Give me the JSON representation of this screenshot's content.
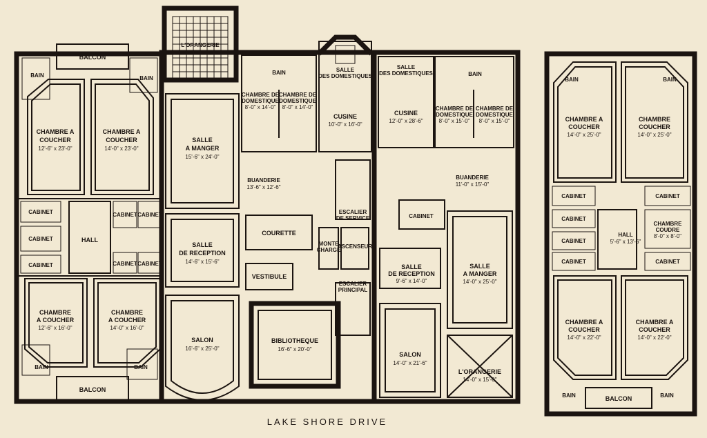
{
  "caption": "LAKE SHORE DRIVE",
  "left_plan": {
    "balcon_top": "BALCON",
    "bain_tl": "BAIN",
    "bain_tr": "BAIN",
    "chambre_1": {
      "name1": "CHAMBRE A",
      "name2": "COUCHER",
      "dim": "12'-6\" x 23'-0\""
    },
    "chambre_2": {
      "name1": "CHAMBRE A",
      "name2": "COUCHER",
      "dim": "14'-0\" x 23'-0\""
    },
    "cabinet_labels": [
      "CABINET",
      "CABINET",
      "CABINET",
      "CABINET",
      "CABINET",
      "CABINET",
      "CABINET"
    ],
    "hall": "HALL",
    "chambre_3": {
      "name1": "CHAMBRE",
      "name2": "A COUCHER",
      "dim": "12'-6\" x 16'-0\""
    },
    "chambre_4": {
      "name1": "CHAMBRE",
      "name2": "A COUCHER",
      "dim": "14'-0\" x 16'-0\""
    },
    "bain_bl": "BAIN",
    "bain_br": "BAIN",
    "balcon_bottom": "BALCON"
  },
  "center_plan": {
    "orangerie_top": "L'ORANGERIE",
    "salle_manger_1": {
      "name1": "SALLE",
      "name2": "A MANGER",
      "dim": "15'-6\" x 24'-0\""
    },
    "salle_reception_1": {
      "name1": "SALLE",
      "name2": "DE RECEPTION",
      "dim": "14'-6\" x 15'-6\""
    },
    "salon_1": {
      "name": "SALON",
      "dim": "16'-6\" x 25'-0\""
    },
    "bain_c": "BAIN",
    "chambre_dom_1": {
      "name1": "CHAMBRE DE",
      "name2": "DOMESTIQUE",
      "dim": "8'-0\" x 14'-0\""
    },
    "chambre_dom_2": {
      "name1": "CHAMBRE DE",
      "name2": "DOMESTIQUE",
      "dim": "8'-0\" x 14'-0\""
    },
    "salle_dom_1": {
      "name1": "SALLE",
      "name2": "DES DOMESTIQUES"
    },
    "cusine_1": {
      "name": "CUSINE",
      "dim": "10'-0\" x 16'-0\""
    },
    "buanderie_1": {
      "name": "BUANDERIE",
      "dim": "13'-6\" x 12'-6\""
    },
    "escalier_service": {
      "name1": "ESCALIER",
      "name2": "DE SERVICE"
    },
    "courette": "COURETTE",
    "monte_charge": {
      "name1": "MONTE",
      "name2": "CHARGE"
    },
    "ascenseur": "ASCENSEUR",
    "vestibule": "VESTIBULE",
    "escalier_principal": {
      "name1": "ESCALIER",
      "name2": "PRINCIPAL"
    },
    "bibliotheque": {
      "name": "BIBLIOTHEQUE",
      "dim": "16'-6\" x 20'-0\""
    },
    "salle_dom_2": {
      "name1": "SALLE",
      "name2": "DES DOMESTIQUES"
    },
    "cusine_2": {
      "name": "CUSINE",
      "dim": "12'-0\" x 28'-6\""
    },
    "bain_c2": "BAIN",
    "chambre_dom_3": {
      "name1": "CHAMBRE DE",
      "name2": "DOMESTIQUE",
      "dim": "8'-0\" x 15'-0\""
    },
    "chambre_dom_4": {
      "name1": "CHAMBRE DE",
      "name2": "DOMESTIQUE",
      "dim": "8'-0\" x 15'-0\""
    },
    "buanderie_2": {
      "name": "BUANDERIE",
      "dim": "11'-0\" x 15'-0\""
    },
    "cabinet_c": "CABINET",
    "salle_reception_2": {
      "name1": "SALLE",
      "name2": "DE RECEPTION",
      "dim": "9'-6\" x 14'-0\""
    },
    "salle_manger_2": {
      "name1": "SALLE",
      "name2": "A MANGER",
      "dim": "14'-0\" x 25'-0\""
    },
    "salon_2": {
      "name": "SALON",
      "dim": "14'-0\" x 21'-6\""
    },
    "orangerie_bottom": {
      "name": "L'ORANGERIE",
      "dim": "14'-0\" x 15'-0\""
    }
  },
  "right_plan": {
    "bain_1": "BAIN",
    "bain_2": "BAIN",
    "chambre_1": {
      "name1": "CHAMBRE A",
      "name2": "COUCHER",
      "dim": "14'-0\" x 25'-0\""
    },
    "chambre_2": {
      "name1": "CHAMBRE",
      "name2": "COUCHER",
      "dim": "14'-0\" x 25'-0\""
    },
    "cabinets": [
      "CABINET",
      "CABINET",
      "CABINET",
      "CABINET",
      "CABINET",
      "CABINET"
    ],
    "hall": {
      "name": "HALL",
      "dim": "5'-6\" x 13'-6\""
    },
    "chambre_coudre": {
      "name1": "CHAMBRE",
      "name2": "COUDRE",
      "dim": "8'-0\" x 8'-0\""
    },
    "chambre_3": {
      "name1": "CHAMBRE A",
      "name2": "COUCHER",
      "dim": "14'-0\" x 22'-0\""
    },
    "chambre_4": {
      "name1": "CHAMBRE A",
      "name2": "COUCHER",
      "dim": "14'-0\" x 22'-0\""
    },
    "bain_3": "BAIN",
    "bain_4": "BAIN",
    "balcon": "BALCON"
  }
}
